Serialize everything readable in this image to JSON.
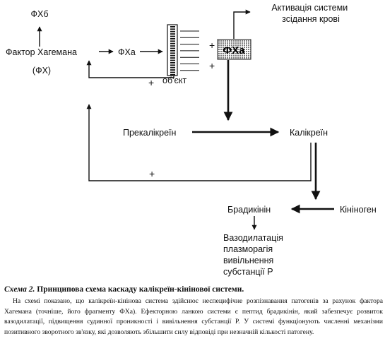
{
  "diagram": {
    "nodes": {
      "fxb": "ФХб",
      "hageman": "Фактор Хагемана",
      "fx": "(ФХ)",
      "fxa": "ФХа",
      "fxa_box": "ФХа",
      "activation": "Активація системи\nзсідання крові",
      "object": "об'єкт",
      "prekallikrein": "Прекалікреїн",
      "kallikrein": "Калікреїн",
      "bradykinin": "Брадикінін",
      "kininogen": "Кініноген",
      "effects": "Вазодилатація\nплазморагія\nвивільнення\nсубстанції Р"
    },
    "signs": {
      "plus_object": "+",
      "plus_box_top": "+",
      "plus_box_bottom": "+",
      "plus_feedback": "+"
    }
  },
  "caption": {
    "title_lead": "Схема 2.",
    "title_rest": "Принципова схема каскаду калікреїн-кінінової системи.",
    "body": "На схемі показано, що калікреїн-кінінова система здійснює неспецифічне розпізнавання патогенів за рахунок фактора Хагемана (точніше, його фрагменту ФХа). Ефекторною ланкою системи є пептид брадикінін, який забезпечує розвиток вазодилатації, підвищення судинної проникності і вивільнення субстанції Р. У системі функціонують численні механізми позитивного зворотного зв'язку, які дозволяють збільшити силу відповіді при незначній кількості патогену."
  }
}
